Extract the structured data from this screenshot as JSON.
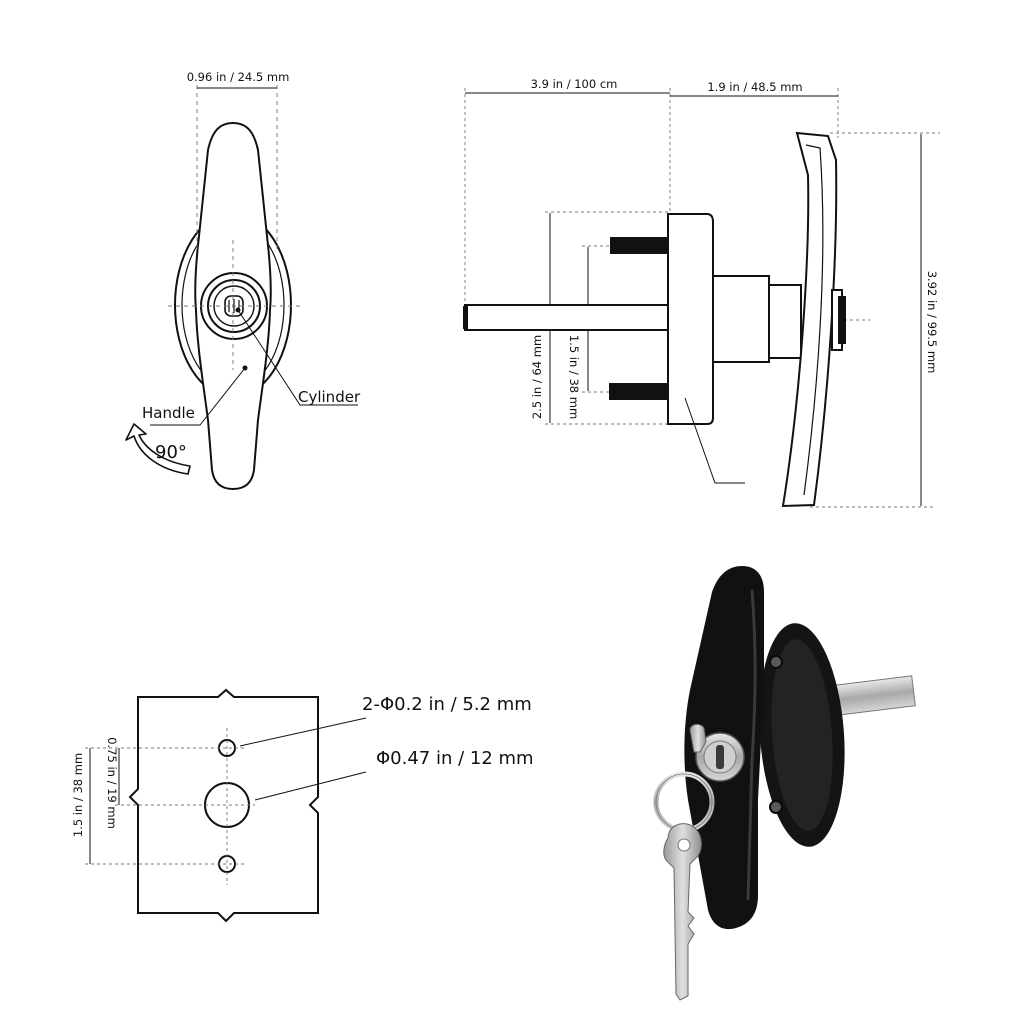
{
  "dimensions": {
    "handle_width": "0.96 in / 24.5 mm",
    "shaft_length": "3.9 in / 100 cm",
    "handle_depth": "1.9 in / 48.5 mm",
    "handle_height": "3.92 in / 99.5 mm",
    "base_height": "2.5 in / 64 mm",
    "screw_spacing": "1.5 in / 38 mm",
    "cutout_half_spacing": "0.75 in / 19 mm",
    "cutout_spacing": "1.5 in / 38 mm",
    "small_hole_diameter": "2-Φ0.2 in / 5.2 mm",
    "center_hole_diameter": "Φ0.47 in / 12 mm"
  },
  "labels": {
    "handle": "Handle",
    "cylinder": "Cylinder",
    "rotation": "90°"
  },
  "colors": {
    "line": "#111111",
    "dash": "#777777",
    "product_black": "#111111",
    "metal": "#b9b9b9"
  }
}
